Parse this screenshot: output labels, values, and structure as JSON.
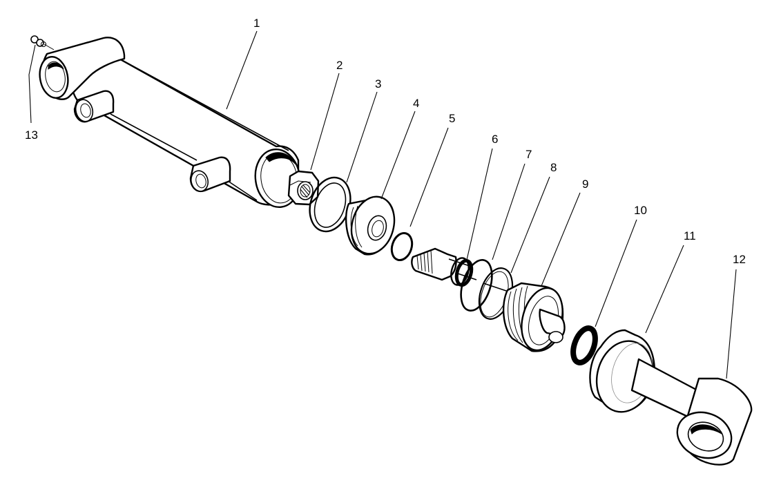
{
  "diagram": {
    "type": "exploded-parts-view",
    "subject": "hydraulic cylinder assembly",
    "background": "#ffffff",
    "line_color": "#000000"
  },
  "callouts": [
    {
      "id": 1,
      "label": "1",
      "part": "cylinder barrel"
    },
    {
      "id": 2,
      "label": "2",
      "part": "hex nut"
    },
    {
      "id": 3,
      "label": "3",
      "part": "washer ring"
    },
    {
      "id": 4,
      "label": "4",
      "part": "piston"
    },
    {
      "id": 5,
      "label": "5",
      "part": "o-ring"
    },
    {
      "id": 6,
      "label": "6",
      "part": "rod seal"
    },
    {
      "id": 7,
      "label": "7",
      "part": "o-ring"
    },
    {
      "id": 8,
      "label": "8",
      "part": "backup ring"
    },
    {
      "id": 9,
      "label": "9",
      "part": "gland / head"
    },
    {
      "id": 10,
      "label": "10",
      "part": "wiper seal"
    },
    {
      "id": 11,
      "label": "11",
      "part": "piston rod"
    },
    {
      "id": 12,
      "label": "12",
      "part": "rod eye"
    },
    {
      "id": 13,
      "label": "13",
      "part": "grease fitting"
    }
  ]
}
